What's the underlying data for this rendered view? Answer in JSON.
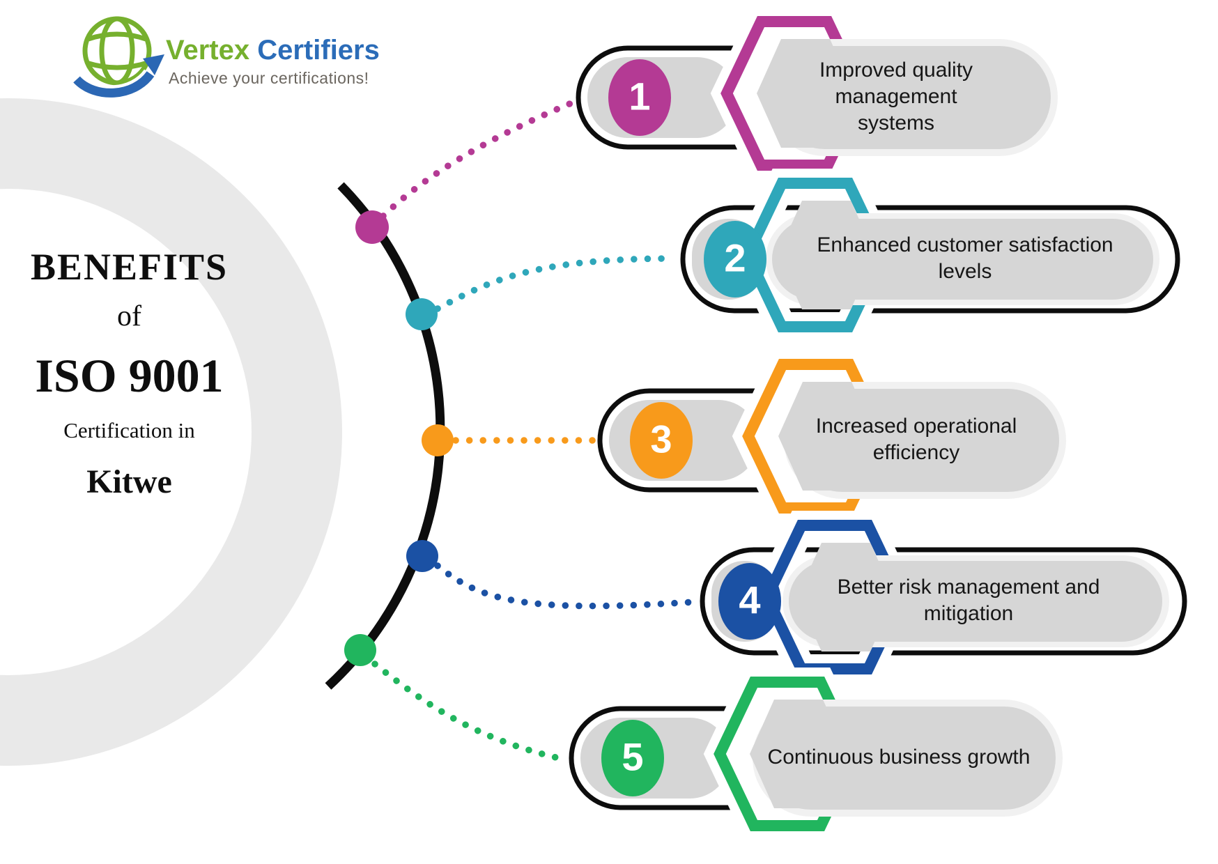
{
  "logo": {
    "brand_primary": "Vertex",
    "brand_secondary": "Certifiers",
    "tagline": "Achieve your certifications!",
    "colors": {
      "globe_green": "#76b02e",
      "arrow_blue": "#2b6cb8",
      "tagline_gray": "#6b665f"
    }
  },
  "title": {
    "line1": "BENEFITS",
    "line2": "of",
    "line3": "ISO 9001",
    "line4": "Certification in",
    "line5": "Kitwe"
  },
  "benefits": [
    {
      "number": "1",
      "label": "Improved quality management systems",
      "color": "#b43a94"
    },
    {
      "number": "2",
      "label": "Enhanced customer satisfaction levels",
      "color": "#2fa7ba"
    },
    {
      "number": "3",
      "label": "Increased operational efficiency",
      "color": "#f89a1b"
    },
    {
      "number": "4",
      "label": "Better risk management and mitigation",
      "color": "#1b51a4"
    },
    {
      "number": "5",
      "label": "Continuous  business growth",
      "color": "#21b55e"
    }
  ],
  "decor_colors": {
    "spine_black": "#0d0d0d",
    "pill_gray": "#d6d6d6",
    "pill_halo": "#f1f1f1",
    "ring_gray": "#e9e9e9"
  }
}
